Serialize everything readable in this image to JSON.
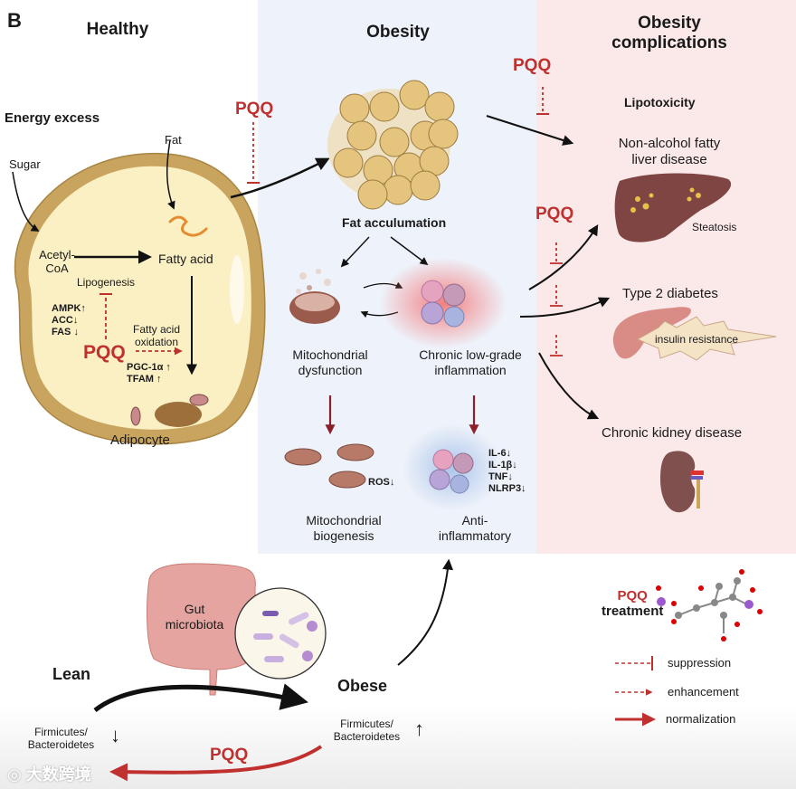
{
  "panel_label": "B",
  "sections": {
    "healthy": "Healthy",
    "obesity": "Obesity",
    "complications": [
      "Obesity",
      "complications"
    ]
  },
  "healthy": {
    "energy_excess": "Energy excess",
    "sugar": "Sugar",
    "fat": "Fat",
    "acetyl_coa": [
      "Acetyl-",
      "CoA"
    ],
    "fatty_acid": "Fatty acid",
    "lipogenesis": "Lipogenesis",
    "lipogenesis_markers": [
      "AMPK↑",
      "ACC↓",
      "FAS ↓"
    ],
    "pqq": "PQQ",
    "fatty_acid_oxidation": [
      "Fatty acid",
      "oxidation"
    ],
    "oxidation_markers": [
      "PGC-1α ↑",
      "TFAM ↑"
    ],
    "adipocyte": "Adipocyte"
  },
  "obesity": {
    "pqq_left": "PQQ",
    "fat_accumulation": "Fat acculumation",
    "mito_dysfunction": [
      "Mitochondrial",
      "dysfunction"
    ],
    "inflammation": [
      "Chronic low-grade",
      "inflammation"
    ],
    "ros": "ROS↓",
    "mito_biogenesis": [
      "Mitochondrial",
      "biogenesis"
    ],
    "cytokines": [
      "IL-6↓",
      "IL-1β↓",
      "TNF↓",
      "NLRP3↓"
    ],
    "anti_inflammatory": [
      "Anti-",
      "inflammatory"
    ]
  },
  "complications": {
    "pqq_top": "PQQ",
    "pqq_mid": "PQQ",
    "lipotoxicity": "Lipotoxicity",
    "nafld": [
      "Non-alcohol fatty",
      "liver disease"
    ],
    "steatosis": "Steatosis",
    "t2d": "Type 2 diabetes",
    "insulin_resistance": "insulin resistance",
    "ckd": "Chronic kidney disease"
  },
  "gut": {
    "gut_microbiota": [
      "Gut",
      "microbiota"
    ],
    "lean": "Lean",
    "obese": "Obese",
    "ratio_lean": [
      "Firmicutes/",
      "Bacteroidetes"
    ],
    "ratio_lean_arrow": "↓",
    "ratio_obese": [
      "Firmicutes/",
      "Bacteroidetes"
    ],
    "ratio_obese_arrow": "↑",
    "pqq": "PQQ"
  },
  "legend": {
    "pqq": "PQQ",
    "treatment": "treatment",
    "items": [
      {
        "type": "suppression",
        "label": "suppression"
      },
      {
        "type": "enhancement",
        "label": "enhancement"
      },
      {
        "type": "normalization",
        "label": "normalization"
      }
    ]
  },
  "watermark": "大数跨境",
  "colors": {
    "pqq_red": "#c0302f",
    "obesity_bg": "#eef2fa",
    "complications_bg": "#fbe9ea",
    "adipocyte_membrane": "#c9a45f",
    "adipocyte_cytoplasm": "#fbf0c4"
  }
}
